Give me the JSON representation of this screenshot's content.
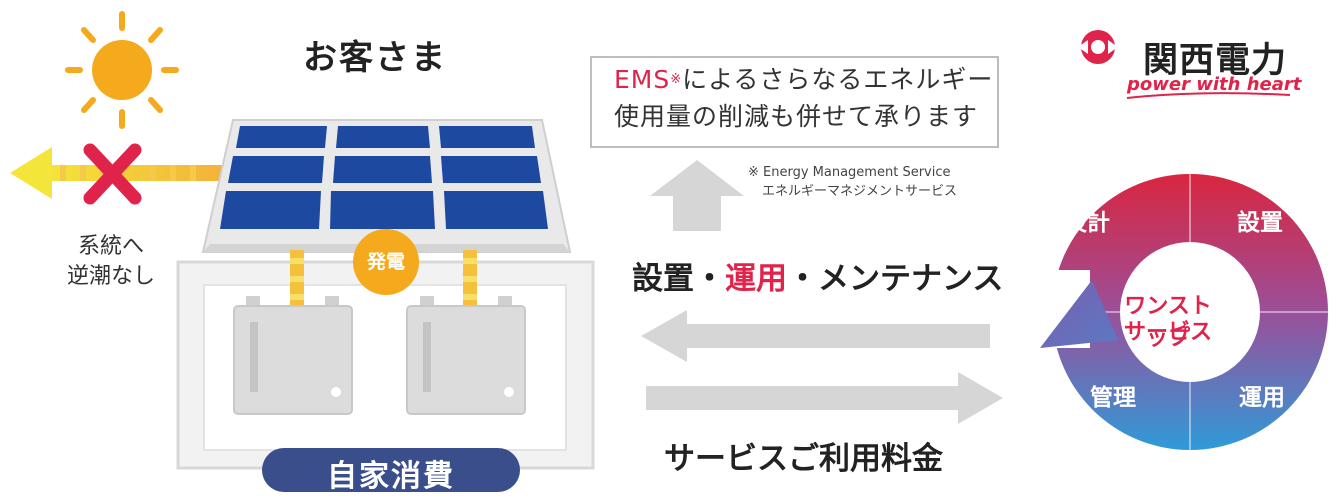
{
  "customer": {
    "title": "お客さま"
  },
  "no_backflow": {
    "line1": "系統へ",
    "line2": "逆潮なし"
  },
  "generation_label": "発電",
  "self_consumption_label": "自家消費",
  "ems": {
    "prefix": "EMS",
    "asterisk": "※",
    "line1_rest": "によるさらなるエネルギー",
    "line2": "使用量の削減も併せて承ります"
  },
  "ems_note": {
    "line1": "※ Energy Management Service",
    "line2": "エネルギーマネジメントサービス"
  },
  "services": {
    "part1": "設置・",
    "highlight": "運用",
    "part2": "・メンテナンス"
  },
  "fee_label": "サービスご利用料金",
  "company": {
    "name": "関西電力",
    "tagline": "power with heart"
  },
  "cycle": {
    "segments": {
      "design": "設計",
      "install": "設置",
      "operate": "運用",
      "manage": "管理"
    },
    "center_line1": "ワンストップ",
    "center_line2": "サービス"
  },
  "colors": {
    "accent_red": "#e0234a",
    "cycle_blue": "#3d8fd1",
    "arrow_gray": "#d6d6d6",
    "sun": "#f5a91c",
    "panel_blue": "#1d4aa0",
    "badge_navy": "#3a4e8c"
  }
}
